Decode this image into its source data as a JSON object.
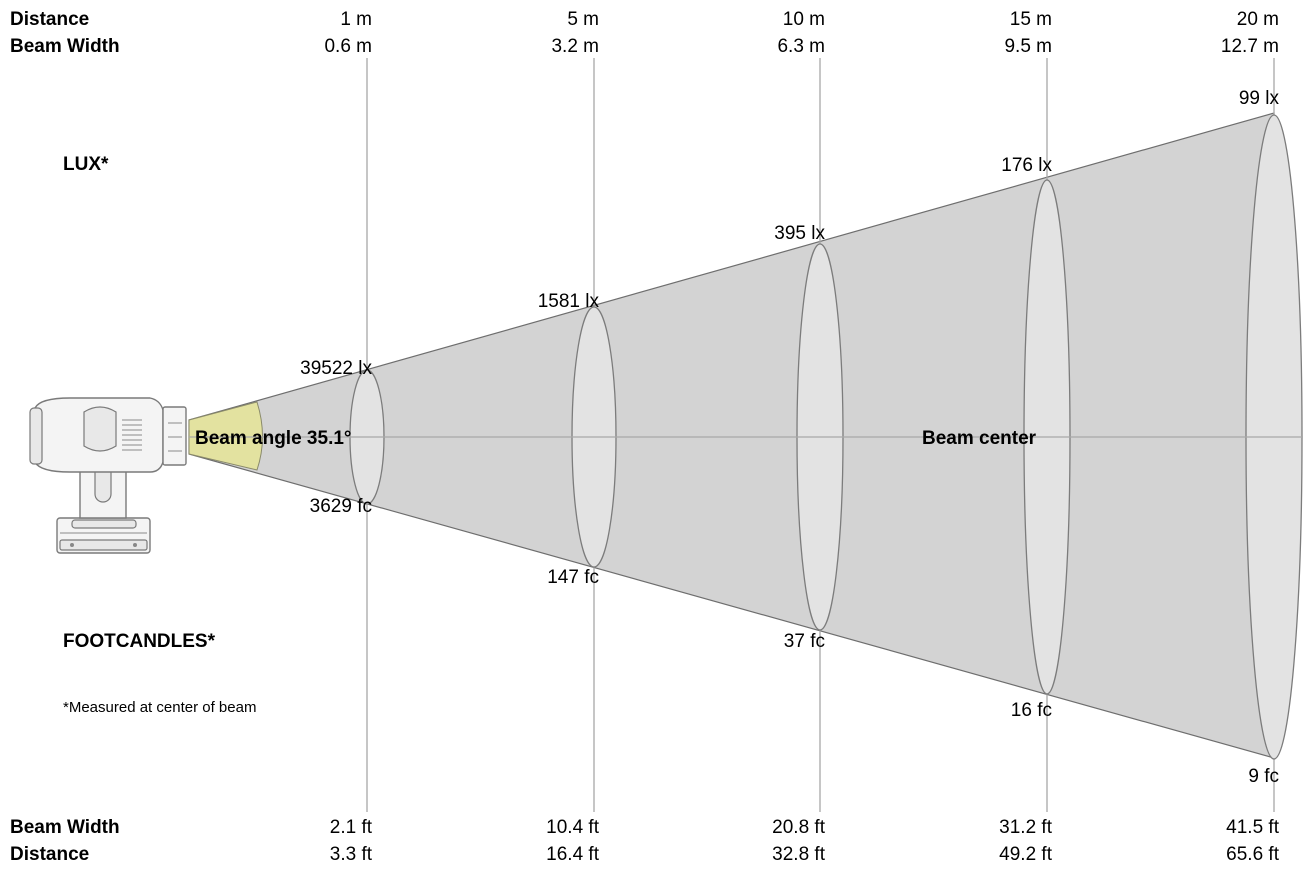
{
  "header": {
    "distance_label": "Distance",
    "beam_width_label": "Beam Width"
  },
  "footer": {
    "beam_width_label": "Beam Width",
    "distance_label": "Distance"
  },
  "sections": {
    "lux_label": "LUX*",
    "footcandles_label": "FOOTCANDLES*",
    "footnote": "*Measured at center of beam"
  },
  "beam": {
    "angle_label": "Beam angle 35.1°",
    "center_label": "Beam center",
    "angle_color": "#e3e2a0",
    "cone_color": "#d3d3d3"
  },
  "columns": [
    {
      "distance_m": "1 m",
      "beam_width_m": "0.6 m",
      "lux": "39522 lx",
      "fc": "3629 fc",
      "beam_width_ft": "2.1 ft",
      "distance_ft": "3.3 ft"
    },
    {
      "distance_m": "5 m",
      "beam_width_m": "3.2 m",
      "lux": "1581 lx",
      "fc": "147 fc",
      "beam_width_ft": "10.4 ft",
      "distance_ft": "16.4 ft"
    },
    {
      "distance_m": "10 m",
      "beam_width_m": "6.3 m",
      "lux": "395 lx",
      "fc": "37 fc",
      "beam_width_ft": "20.8 ft",
      "distance_ft": "32.8 ft"
    },
    {
      "distance_m": "15 m",
      "beam_width_m": "9.5 m",
      "lux": "176 lx",
      "fc": "16 fc",
      "beam_width_ft": "31.2 ft",
      "distance_ft": "49.2 ft"
    },
    {
      "distance_m": "20 m",
      "beam_width_m": "12.7 m",
      "lux": "99 lx",
      "fc": "9 fc",
      "beam_width_ft": "41.5 ft",
      "distance_ft": "65.6 ft"
    }
  ]
}
